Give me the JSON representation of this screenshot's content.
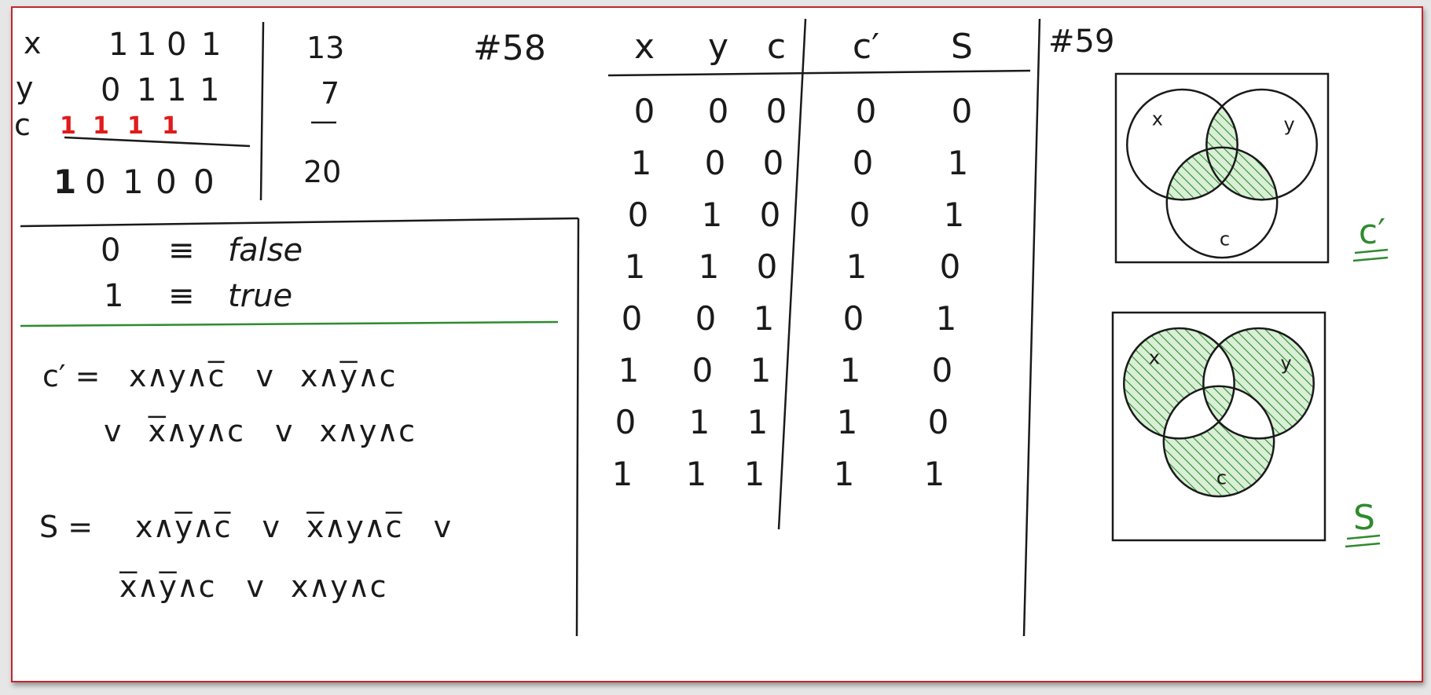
{
  "colors": {
    "ink": "#1a1a1a",
    "carry": "#e01b1b",
    "green": "#2e8b2e",
    "frame": "#c0282d"
  },
  "addition": {
    "row_x": {
      "label": "x",
      "digits": [
        "1",
        "1",
        "0",
        "1"
      ]
    },
    "row_y": {
      "label": "y",
      "digits": [
        "0",
        "1",
        "1",
        "1"
      ]
    },
    "row_c": {
      "label": "c",
      "carries": [
        "1",
        "1",
        "1",
        "1"
      ]
    },
    "sum_digits": [
      "1",
      "0",
      "1",
      "0",
      "0"
    ],
    "decimal": {
      "x": "13",
      "y": "7",
      "sum": "20"
    }
  },
  "problem_58": "#58",
  "problem_59": "#59",
  "encoding": [
    {
      "bit": "0",
      "rel": "≡",
      "word": "false"
    },
    {
      "bit": "1",
      "rel": "≡",
      "word": "true"
    }
  ],
  "equations": {
    "c_prime": {
      "lhs": "c′ =",
      "line1": [
        {
          "parts": [
            "x∧y∧",
            "c"
          ],
          "bars": [
            1
          ]
        },
        {
          "parts": [
            "v"
          ],
          "bars": []
        },
        {
          "parts": [
            "x∧",
            "y",
            "∧c"
          ],
          "bars": [
            1
          ]
        }
      ],
      "line2": [
        {
          "parts": [
            "v"
          ],
          "bars": []
        },
        {
          "parts": [
            "x",
            "∧y∧c"
          ],
          "bars": [
            0
          ]
        },
        {
          "parts": [
            "v"
          ],
          "bars": []
        },
        {
          "parts": [
            "x∧y∧c"
          ],
          "bars": []
        }
      ]
    },
    "s": {
      "lhs": "S =",
      "line1": [
        {
          "parts": [
            "x∧",
            "y",
            "∧",
            "c"
          ],
          "bars": [
            1,
            3
          ]
        },
        {
          "parts": [
            "v"
          ],
          "bars": []
        },
        {
          "parts": [
            "x",
            "∧y∧",
            "c"
          ],
          "bars": [
            0,
            2
          ]
        },
        {
          "parts": [
            "v"
          ],
          "bars": []
        }
      ],
      "line2": [
        {
          "parts": [
            "x",
            "∧",
            "y",
            "∧c"
          ],
          "bars": [
            0,
            2
          ]
        },
        {
          "parts": [
            "v"
          ],
          "bars": []
        },
        {
          "parts": [
            "x∧y∧c"
          ],
          "bars": []
        }
      ]
    }
  },
  "truth_table": {
    "headers": [
      "x",
      "y",
      "c",
      "c′",
      "S"
    ],
    "rows": [
      [
        "0",
        "0",
        "0",
        "0",
        "0"
      ],
      [
        "1",
        "0",
        "0",
        "0",
        "1"
      ],
      [
        "0",
        "1",
        "0",
        "0",
        "1"
      ],
      [
        "1",
        "1",
        "0",
        "1",
        "0"
      ],
      [
        "0",
        "0",
        "1",
        "0",
        "1"
      ],
      [
        "1",
        "0",
        "1",
        "1",
        "0"
      ],
      [
        "0",
        "1",
        "1",
        "1",
        "0"
      ],
      [
        "1",
        "1",
        "1",
        "1",
        "1"
      ]
    ]
  },
  "venn": {
    "set_labels": [
      "x",
      "y",
      "c"
    ],
    "diagrams": [
      {
        "caption": "c′",
        "shaded": [
          "xy_only",
          "xc_only",
          "yc_only",
          "xyc"
        ]
      },
      {
        "caption": "S",
        "shaded": [
          "x_only",
          "y_only",
          "c_only",
          "xyc"
        ]
      }
    ]
  }
}
